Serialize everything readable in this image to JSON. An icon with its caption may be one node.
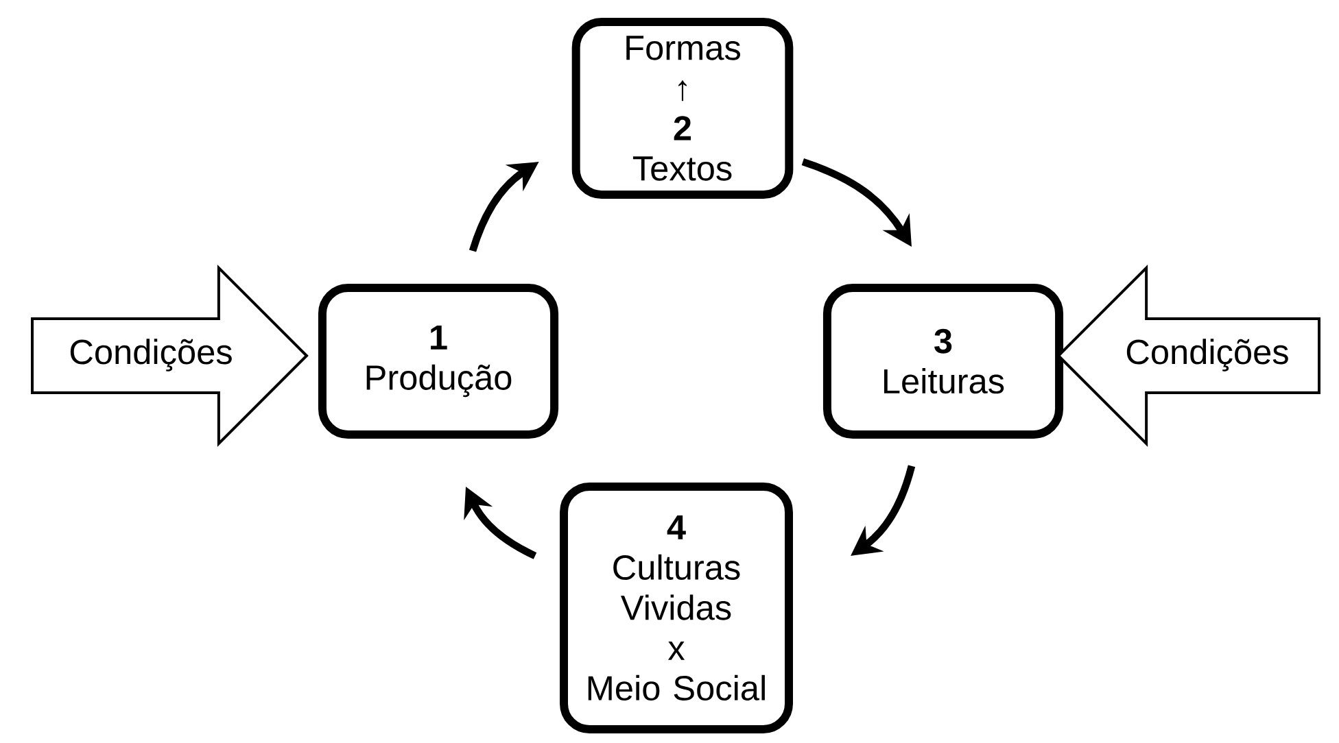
{
  "diagram": {
    "nodes": [
      {
        "text": [
          "Formas",
          "↑",
          "2",
          "Textos"
        ]
      },
      {
        "text": [
          "Condições"
        ]
      },
      {
        "text": [
          "1",
          "Produção"
        ]
      },
      {
        "text": [
          "3",
          "Leituras"
        ]
      },
      {
        "text": [
          "Condições"
        ]
      },
      {
        "text": [
          "4",
          "Culturas Vividas",
          "x",
          "Meio Social"
        ]
      }
    ],
    "edges": [
      {
        "from": 2,
        "to": 0,
        "arrow": "to"
      },
      {
        "from": 0,
        "to": 3,
        "arrow": "to"
      },
      {
        "from": 3,
        "to": 5,
        "arrow": "to"
      },
      {
        "from": 5,
        "to": 2,
        "arrow": "to"
      }
    ]
  }
}
